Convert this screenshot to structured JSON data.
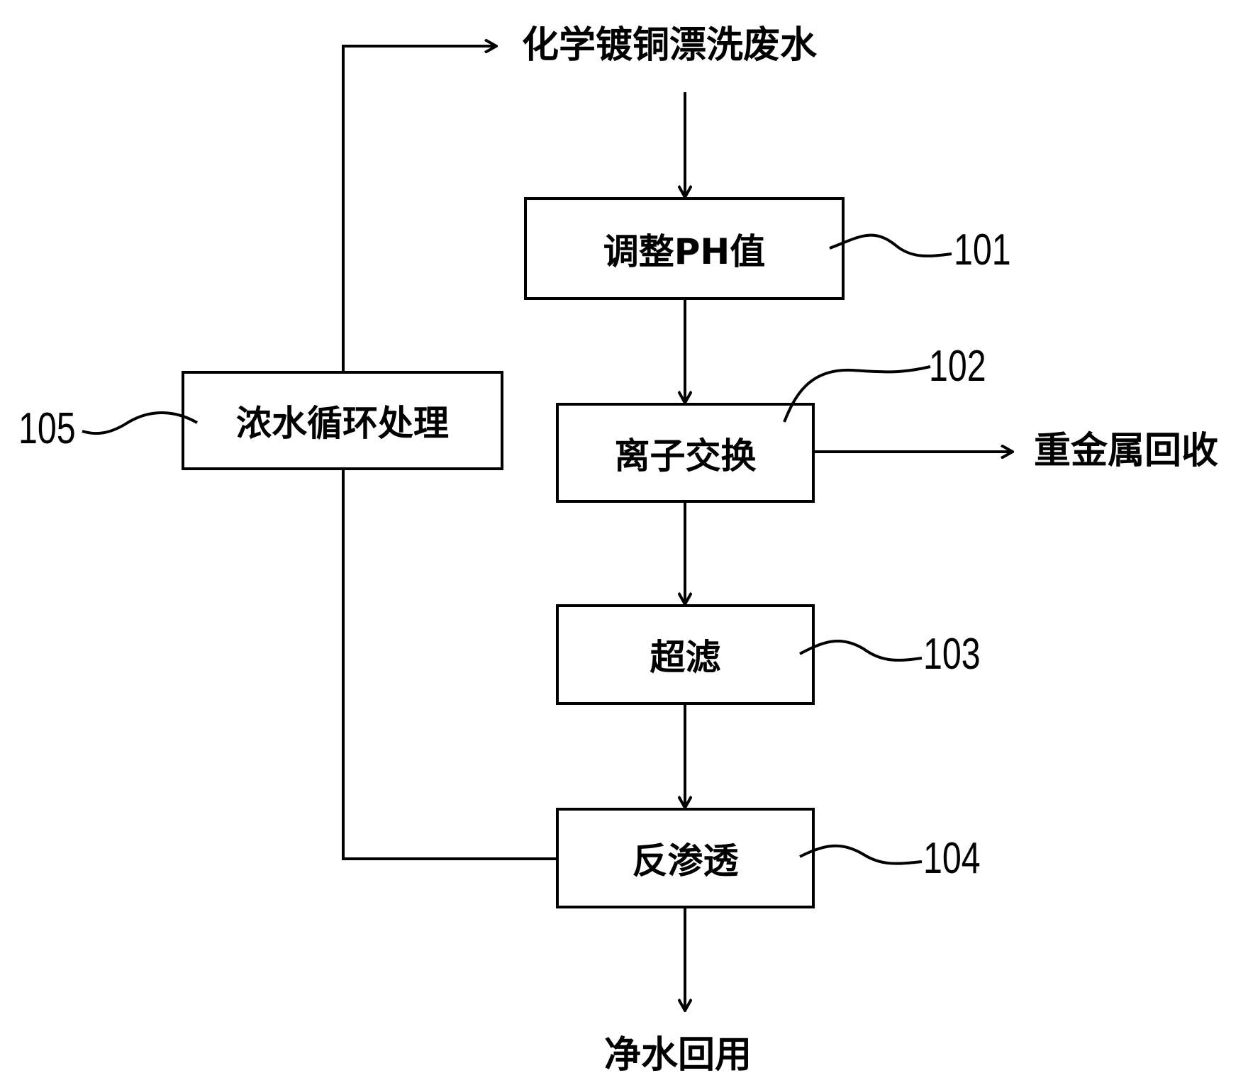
{
  "source": "化学镀铜漂洗废水",
  "steps": [
    {
      "ref": "101",
      "label": "调整PH值"
    },
    {
      "ref": "102",
      "label": "离子交换"
    },
    {
      "ref": "103",
      "label": "超滤"
    },
    {
      "ref": "104",
      "label": "反渗透"
    },
    {
      "ref": "105",
      "label": "浓水循环处理"
    }
  ],
  "outputs": {
    "metal_recovery": "重金属回收",
    "clean_water": "净水回用"
  }
}
